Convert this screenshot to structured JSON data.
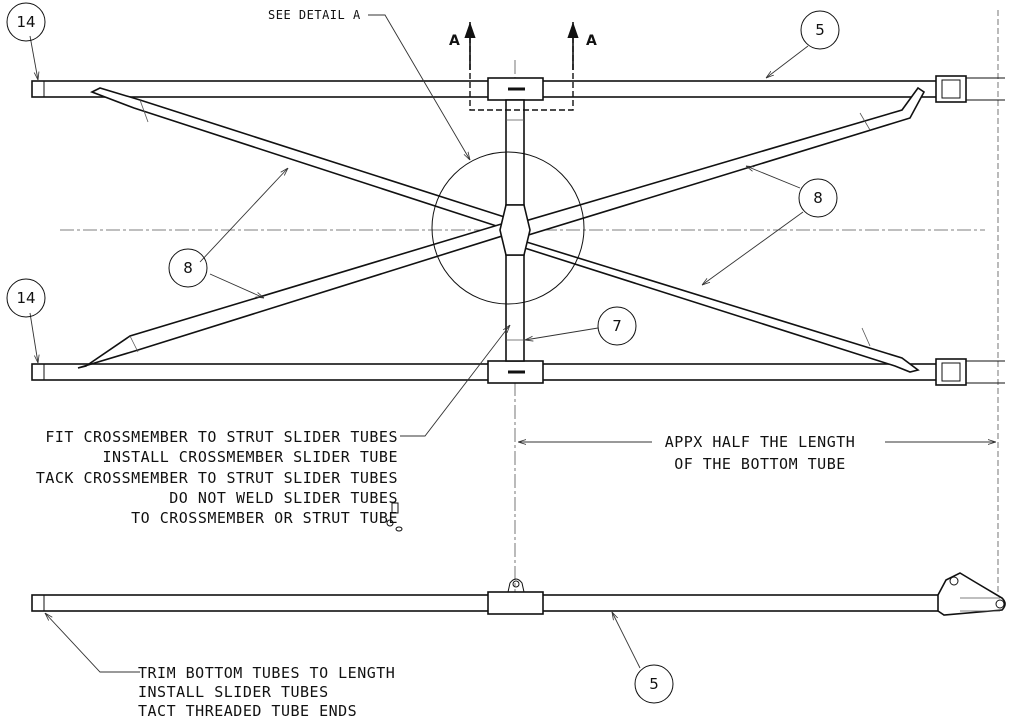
{
  "notes": {
    "see_detail": "SEE DETAIL A",
    "section_left": "A",
    "section_right": "A",
    "assembly_lines": [
      "FIT CROSSMEMBER TO STRUT SLIDER TUBES",
      "INSTALL CROSSMEMBER SLIDER TUBE",
      "TACK CROSSMEMBER TO STRUT SLIDER TUBES",
      "DO NOT WELD SLIDER TUBES",
      "TO CROSSMEMBER OR STRUT TUBE"
    ],
    "length_lines": [
      "APPX HALF THE LENGTH",
      "OF THE BOTTOM TUBE"
    ],
    "trim_lines": [
      "TRIM BOTTOM TUBES TO LENGTH",
      "INSTALL SLIDER TUBES",
      "TACT THREADED TUBE ENDS"
    ]
  },
  "balloons": {
    "b14_top": "14",
    "b14_mid": "14",
    "b5_top": "5",
    "b8_left": "8",
    "b8_right": "8",
    "b7": "7",
    "b5_bottom": "5"
  }
}
